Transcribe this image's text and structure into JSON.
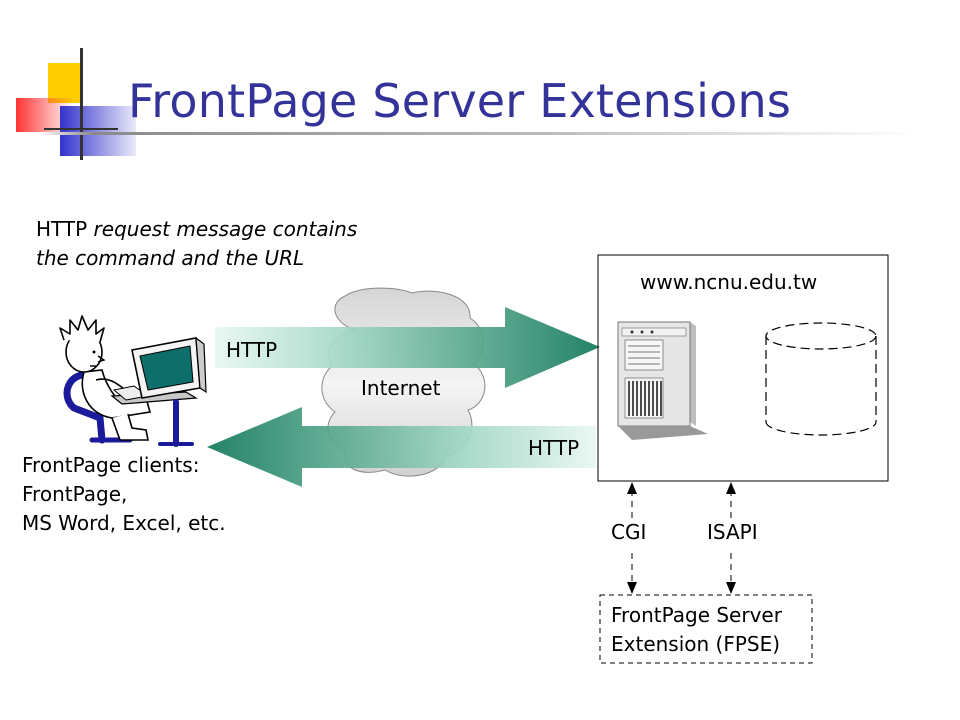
{
  "slide": {
    "title": "FrontPage Server Extensions"
  },
  "request_note": {
    "prefix": "HTTP",
    "rest_line1": "request message contains",
    "line2": "the command and the URL"
  },
  "cloud_label": "Internet",
  "arrows": {
    "request_label": "HTTP",
    "response_label": "HTTP"
  },
  "server_box": {
    "hostname": "www.ncnu.edu.tw"
  },
  "client_caption": {
    "line1": "FrontPage clients:",
    "line2": "FrontPage,",
    "line3": "MS Word, Excel, etc."
  },
  "interfaces": {
    "cgi": "CGI",
    "isapi": "ISAPI"
  },
  "fpse_box": {
    "line1": "FrontPage Server",
    "line2": "Extension (FPSE)"
  },
  "colors": {
    "title": "#333399",
    "arrow_dark": "#11785a",
    "arrow_light": "#e8f7f2",
    "logo_yellow": "#ffcc00",
    "logo_blue": "#3333cc",
    "logo_red": "#ff3333"
  }
}
